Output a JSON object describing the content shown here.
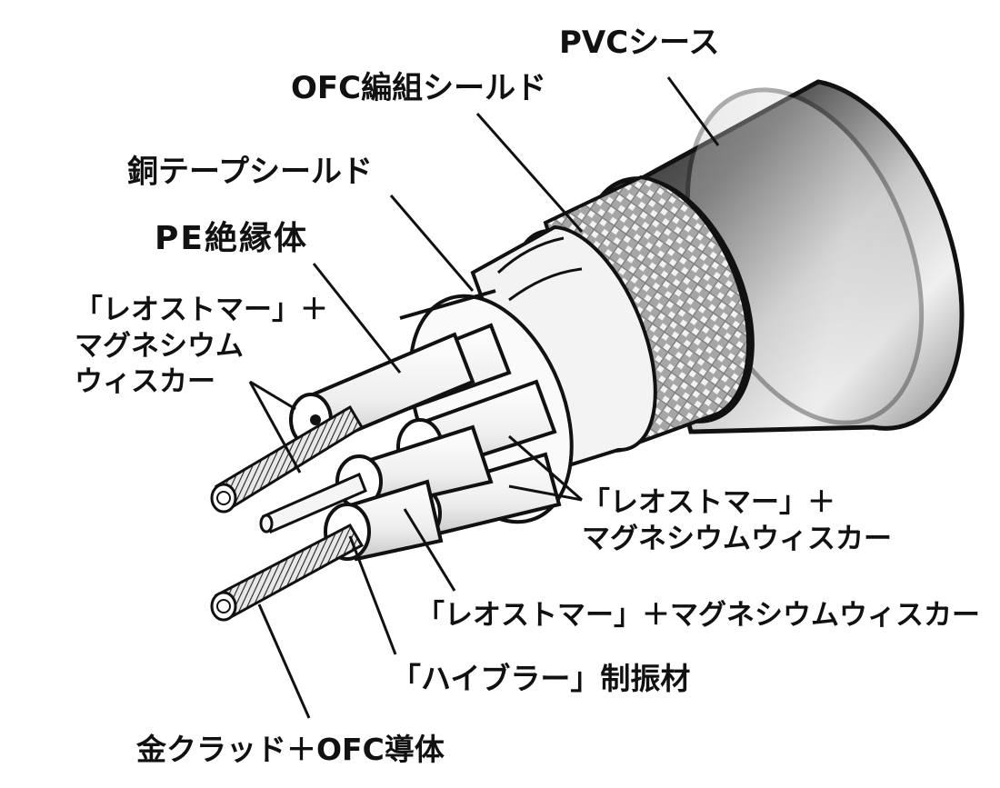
{
  "labels": {
    "pvc_sheath": "PVCシース",
    "ofc_braid_shield": "OFC編組シールド",
    "copper_tape_shield": "銅テープシールド",
    "pe_insulator": "PE絶縁体",
    "rm_magnesium_left": {
      "line1": "「レオストマー」＋",
      "line2": "マグネシウム",
      "line3": "ウィスカー"
    },
    "rm_magnesium_right": {
      "line1": "「レオストマー」＋",
      "line2": "マグネシウムウィスカー"
    },
    "rm_magnesium_bottom": "「レオストマー」＋マグネシウムウィスカー",
    "hybrar_damping": "「ハイブラー」制振材",
    "gold_clad_conductor": "金クラッド＋OFC導体"
  },
  "colors": {
    "ink": "#111111",
    "sheath_dark": "#3a3a3a",
    "sheath_light": "#e6e6e6",
    "braid": "#9a9a9a",
    "insulation": "#f4f4f4"
  }
}
